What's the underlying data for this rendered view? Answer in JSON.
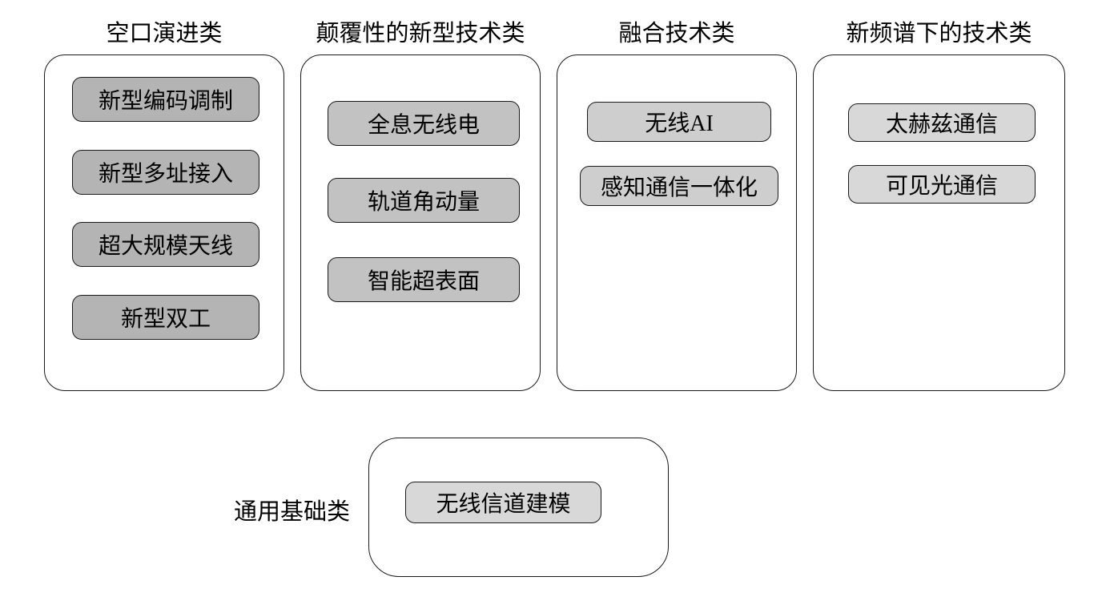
{
  "diagram": {
    "columns": [
      {
        "title": "空口演进类",
        "item_color": "#b4b4b4",
        "items": [
          "新型编码调制",
          "新型多址接入",
          "超大规模天线",
          "新型双工"
        ]
      },
      {
        "title": "颠覆性的新型技术类",
        "item_color": "#c2c2c2",
        "items": [
          "全息无线电",
          "轨道角动量",
          "智能超表面"
        ]
      },
      {
        "title": "融合技术类",
        "item_color": "#cecece",
        "items": [
          "无线AI",
          "感知通信一体化"
        ]
      },
      {
        "title": "新频谱下的技术类",
        "item_color": "#d8d8d8",
        "items": [
          "太赫兹通信",
          "可见光通信"
        ]
      }
    ],
    "bottom": {
      "label": "通用基础类",
      "item_color": "#d8d8d8",
      "items": [
        "无线信道建模"
      ]
    },
    "border_color": "#1a1a1a",
    "background_color": "#ffffff"
  }
}
